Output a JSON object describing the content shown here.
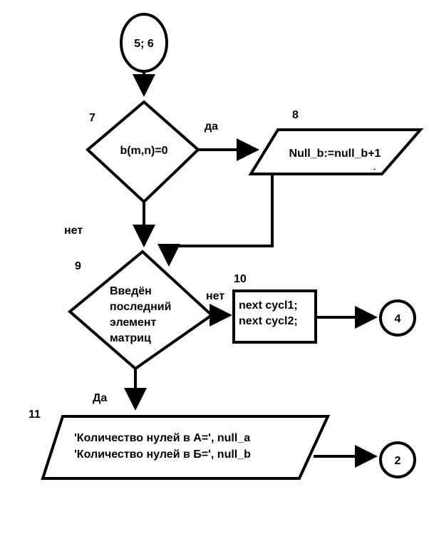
{
  "colors": {
    "stroke": "#000000",
    "background": "#ffffff"
  },
  "connectors": {
    "start": "5; 6",
    "loop": "4",
    "end": "2"
  },
  "block7": {
    "number": "7",
    "condition": "b(m,n)=0",
    "yes": "да",
    "no": "нет"
  },
  "block8": {
    "number": "8",
    "text": "Null_b:=null_b+1",
    "mark": "-"
  },
  "block9": {
    "number": "9",
    "lines": [
      "Введён",
      "последний",
      "элемент",
      "матриц"
    ],
    "no": "нет",
    "yes": "Да"
  },
  "block10": {
    "number": "10",
    "lines": [
      "next cycl1;",
      "next cycl2;"
    ]
  },
  "block11": {
    "number": "11",
    "lines": [
      "'Количество нулей в А=', null_a",
      "'Количество нулей в Б=', null_b"
    ]
  }
}
